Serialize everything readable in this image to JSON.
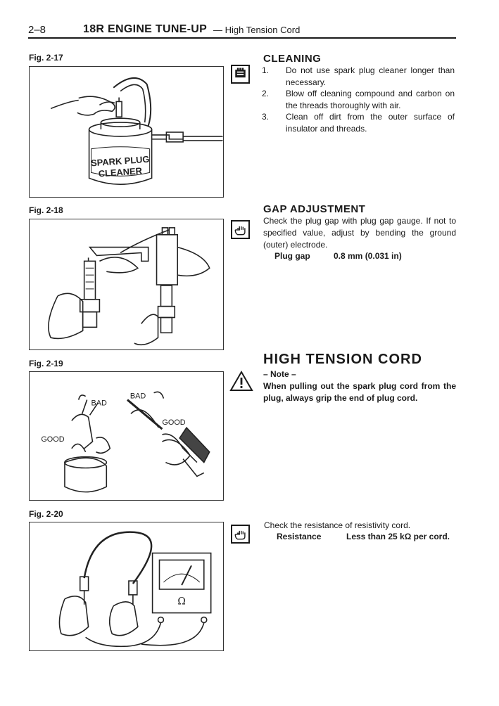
{
  "header": {
    "page_number": "2–8",
    "title": "18R ENGINE TUNE-UP",
    "subtitle": "— High Tension Cord"
  },
  "figures": {
    "fig17": {
      "label": "Fig. 2-17",
      "can_text_line1": "SPARK PLUG",
      "can_text_line2": "CLEANER"
    },
    "fig18": {
      "label": "Fig. 2-18"
    },
    "fig19": {
      "label": "Fig. 2-19",
      "bad_left": "BAD",
      "bad_right": "BAD",
      "good_left": "GOOD",
      "good_right": "GOOD"
    },
    "fig20": {
      "label": "Fig. 2-20",
      "meter_symbol": "Ω"
    }
  },
  "cleaning": {
    "title": "CLEANING",
    "icon": "clean-hand-icon",
    "steps": [
      {
        "num": "1.",
        "text": "Do not use spark plug cleaner longer than necessary."
      },
      {
        "num": "2.",
        "text": "Blow off cleaning compound and carbon on the threads thoroughly with air."
      },
      {
        "num": "3.",
        "text": "Clean off dirt from the outer surface of insulator and threads."
      }
    ]
  },
  "gap": {
    "title": "GAP ADJUSTMENT",
    "icon": "inspect-hand-icon",
    "text": "Check the plug gap with plug gap gauge. If not to specified value, adjust by bending the ground (outer) electrode.",
    "spec_label": "Plug gap",
    "spec_value": "0.8 mm (0.031 in)"
  },
  "high_tension": {
    "title": "HIGH TENSION CORD",
    "icon": "warning-triangle-icon",
    "note_label": "– Note –",
    "note_text": "When pulling out the spark plug cord from the plug, always grip the end of plug cord."
  },
  "resistance": {
    "icon": "inspect-hand-icon",
    "text": "Check the resistance of resistivity cord.",
    "spec_label": "Resistance",
    "spec_value": "Less than 25 kΩ per cord."
  }
}
